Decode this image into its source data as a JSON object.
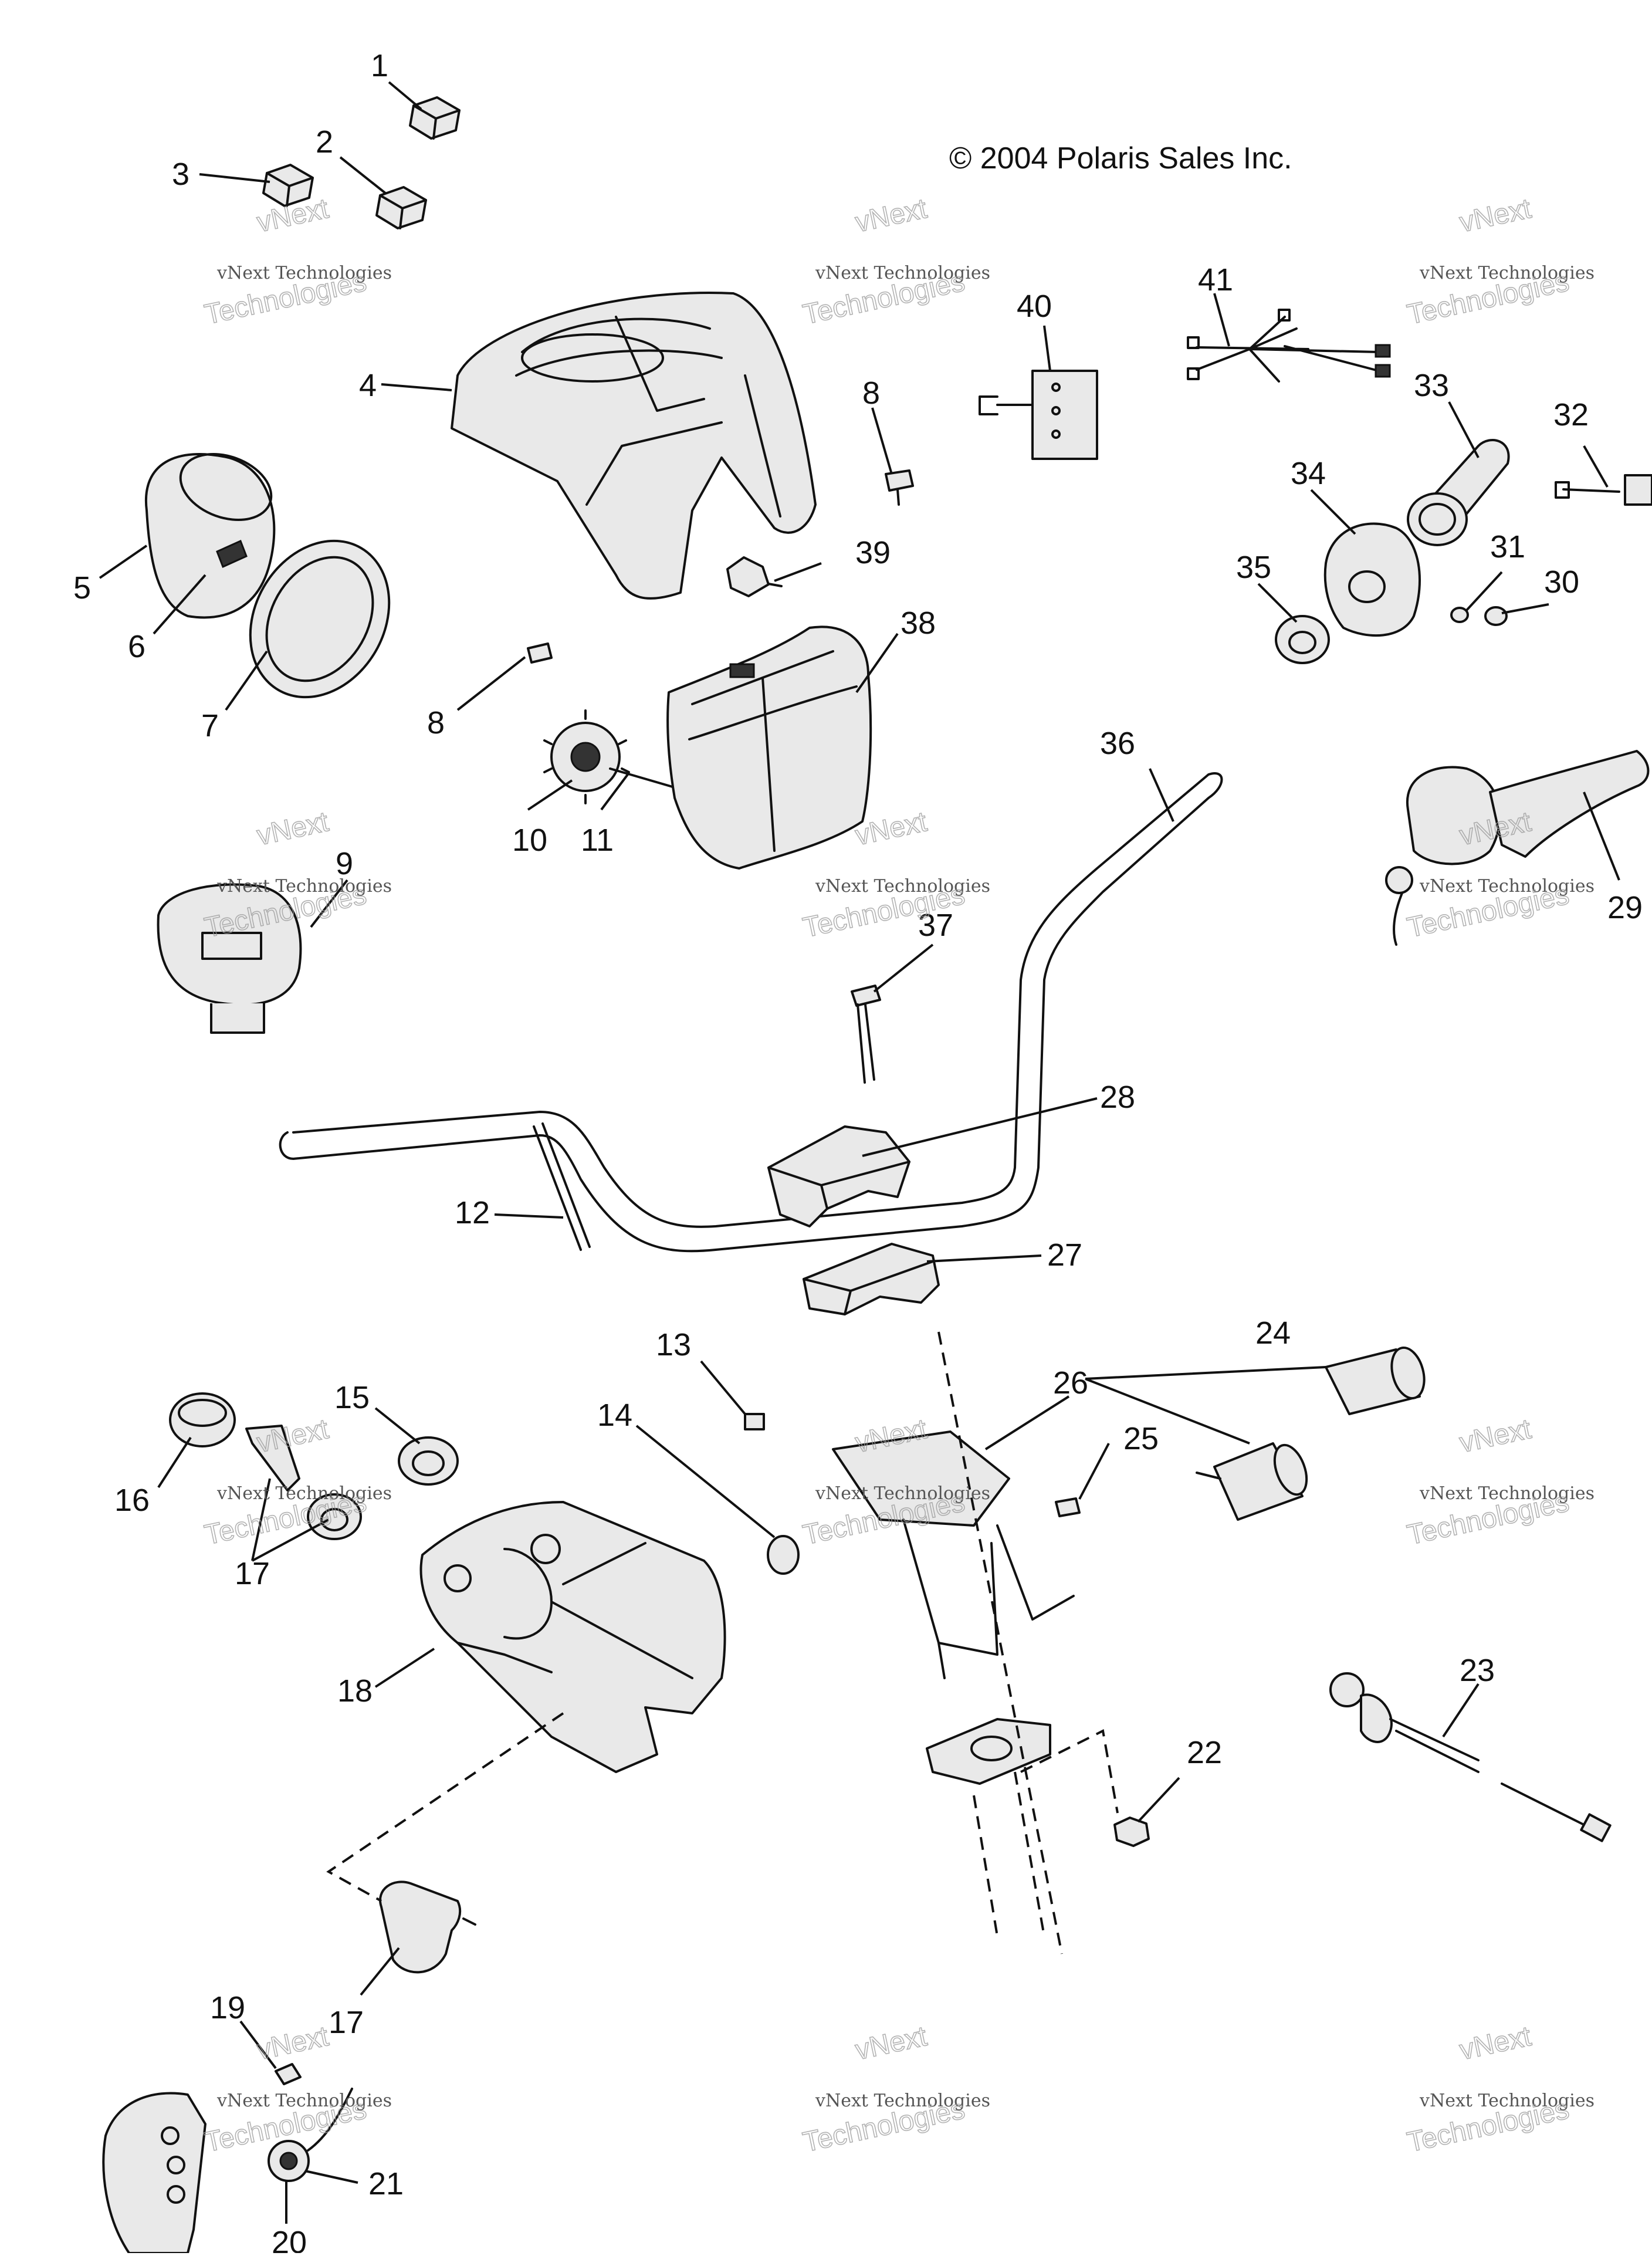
{
  "copyright": "© 2004 Polaris Sales Inc.",
  "watermark": {
    "line1": "vNext",
    "line2": "vNext Technologies",
    "line3": "Technologies"
  },
  "callouts": {
    "c1": "1",
    "c2": "2",
    "c3": "3",
    "c4": "4",
    "c5": "5",
    "c6": "6",
    "c7": "7",
    "c8a": "8",
    "c8b": "8",
    "c9": "9",
    "c10": "10",
    "c11": "11",
    "c12": "12",
    "c13": "13",
    "c14": "14",
    "c15": "15",
    "c16": "16",
    "c17a": "17",
    "c17b": "17",
    "c18": "18",
    "c19": "19",
    "c20": "20",
    "c21": "21",
    "c22": "22",
    "c23": "23",
    "c24": "24",
    "c25": "25",
    "c26": "26",
    "c27": "27",
    "c28": "28",
    "c29": "29",
    "c30": "30",
    "c31": "31",
    "c32": "32",
    "c33": "33",
    "c34": "34",
    "c35": "35",
    "c36": "36",
    "c37": "37",
    "c38": "38",
    "c39": "39",
    "c40": "40",
    "c41": "41"
  }
}
